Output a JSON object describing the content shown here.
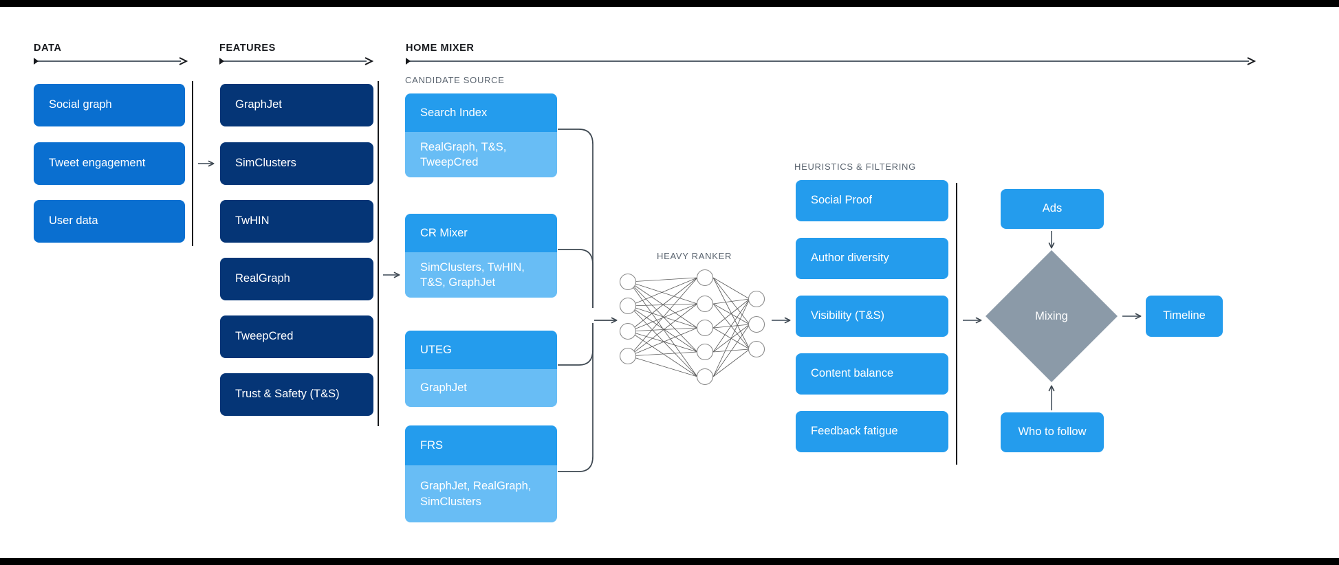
{
  "sections": [
    {
      "id": "data",
      "title": "DATA"
    },
    {
      "id": "features",
      "title": "FEATURES"
    },
    {
      "id": "home_mixer",
      "title": "HOME MIXER"
    }
  ],
  "sub_labels": {
    "candidate_source": "CANDIDATE SOURCE",
    "heavy_ranker": "HEAVY RANKER",
    "heuristics": "HEURISTICS & FILTERING"
  },
  "data_column": {
    "items": [
      {
        "label": "Social graph"
      },
      {
        "label": "Tweet engagement"
      },
      {
        "label": "User data"
      }
    ]
  },
  "features_column": {
    "items": [
      {
        "label": "GraphJet"
      },
      {
        "label": "SimClusters"
      },
      {
        "label": "TwHIN"
      },
      {
        "label": "RealGraph"
      },
      {
        "label": "TweepCred"
      },
      {
        "label": "Trust & Safety (T&S)"
      }
    ]
  },
  "candidate_sources": [
    {
      "name": "Search Index",
      "features": "RealGraph, T&S, TweepCred"
    },
    {
      "name": "CR Mixer",
      "features": "SimClusters, TwHIN, T&S, GraphJet"
    },
    {
      "name": "UTEG",
      "features": "GraphJet"
    },
    {
      "name": "FRS",
      "features": "GraphJet, RealGraph, SimClusters"
    }
  ],
  "heavy_ranker": {
    "label": "HEAVY RANKER",
    "layers": [
      4,
      5,
      3
    ]
  },
  "heuristics_column": {
    "items": [
      {
        "label": "Social Proof"
      },
      {
        "label": "Author diversity"
      },
      {
        "label": "Visibility (T&S)"
      },
      {
        "label": "Content balance"
      },
      {
        "label": "Feedback fatigue"
      }
    ]
  },
  "output_stage": {
    "ads": "Ads",
    "mixing": "Mixing",
    "who_to_follow": "Who to follow",
    "timeline": "Timeline"
  },
  "colors": {
    "data_box": "#0a6fd0",
    "feature_box": "#053576",
    "candidate_head": "#249ced",
    "candidate_body": "#68bdf5",
    "heuristic_box": "#249ced",
    "output_box": "#249ced",
    "mixing_diamond": "#8b9aa8",
    "line": "#55606b",
    "divider": "#16181c",
    "text_muted": "#5b6570",
    "text_dark": "#16181c",
    "canvas": "#ffffff",
    "letterbox": "#000000"
  }
}
